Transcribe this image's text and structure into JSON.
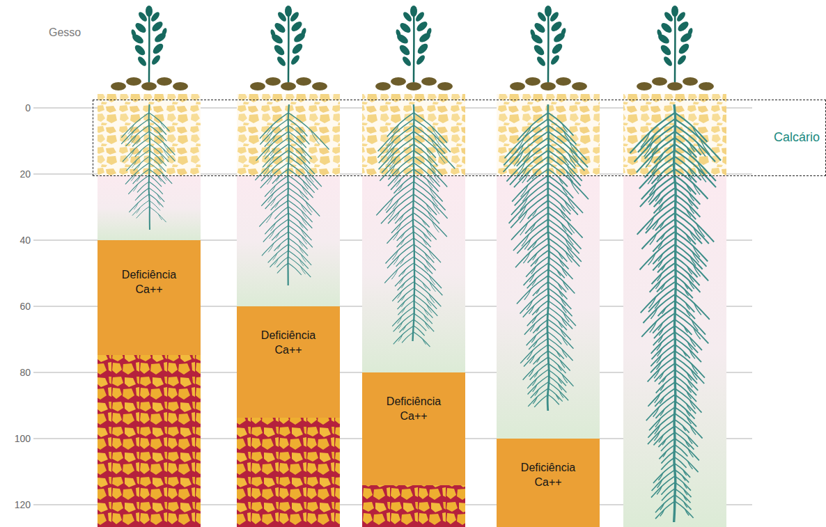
{
  "diagram": {
    "nodes": [
      {
        "text": [
          "Calcário"
        ]
      },
      {
        "text": [
          "Deficiência Ca++"
        ]
      },
      {
        "text": [
          "Deficiência Ca++"
        ]
      },
      {
        "text": [
          "Deficiência Ca++"
        ]
      },
      {
        "text": [
          "Deficiência Ca++"
        ]
      }
    ],
    "labels": [
      "Gesso",
      "0",
      "20",
      "40",
      "60",
      "80",
      "100",
      "120"
    ]
  }
}
